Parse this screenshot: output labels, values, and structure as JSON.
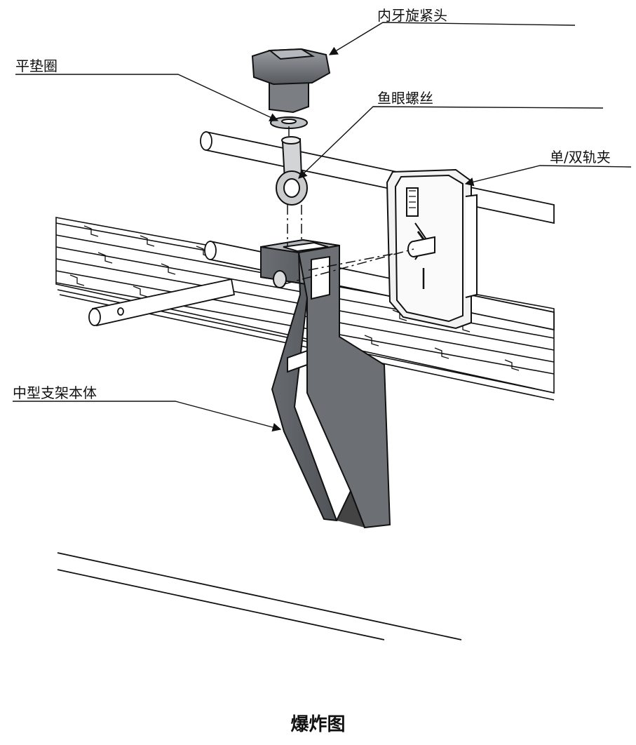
{
  "labels": {
    "knob": "内牙旋紧头",
    "washer": "平垫圈",
    "eye_bolt": "鱼眼螺丝",
    "rail_clamp": "单/双轨夹",
    "bracket_body": "中型支架本体"
  },
  "caption": "爆炸图",
  "colors": {
    "line": "#111111",
    "part_dark": "#5f6368",
    "part_mid": "#7c8085",
    "part_light": "#a5a9ad",
    "clamp_face": "#f2f2f2"
  }
}
